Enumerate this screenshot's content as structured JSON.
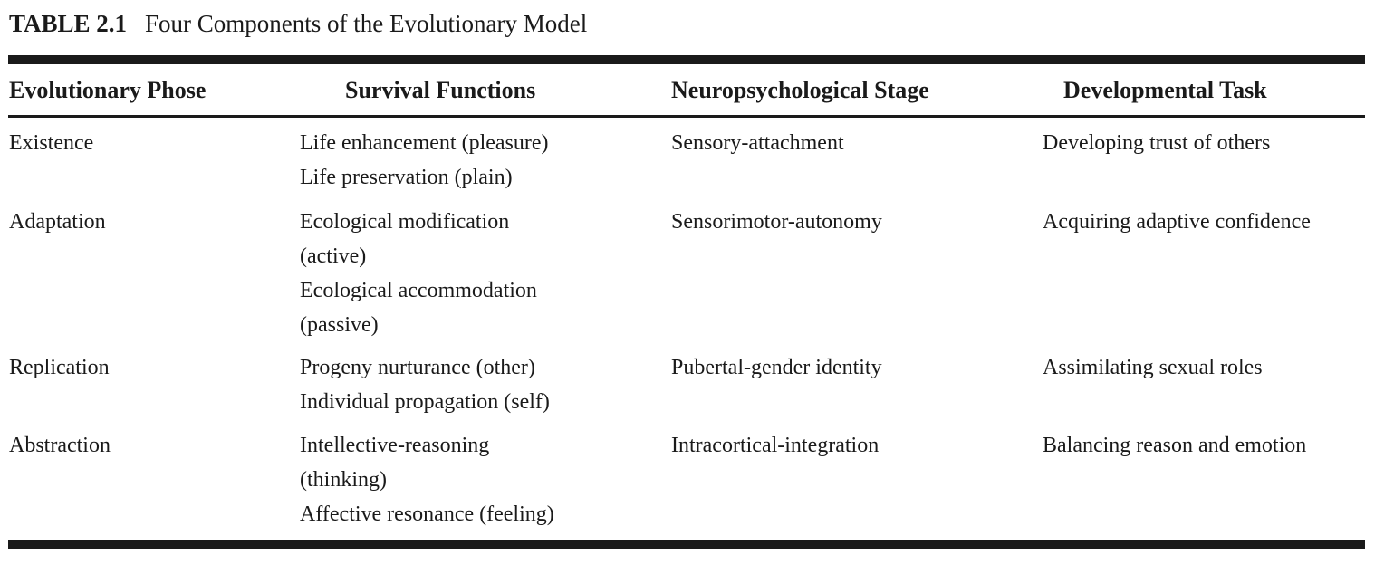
{
  "caption": {
    "label": "TABLE 2.1",
    "title": "Four Components of the Evolutionary Model"
  },
  "columns": [
    "Evolutionary Phose",
    "Survival Functions",
    "Neuropsychological Stage",
    "Developmental Task"
  ],
  "rows": [
    {
      "phase": "Existence",
      "functions": [
        "Life enhancement (pleasure)",
        "Life preservation (plain)"
      ],
      "stage": "Sensory-attachment",
      "task": "Developing trust of others"
    },
    {
      "phase": "Adaptation",
      "functions": [
        "Ecological modification",
        "(active)",
        "Ecological accommodation",
        "(passive)"
      ],
      "stage": "Sensorimotor-autonomy",
      "task": "Acquiring adaptive confidence"
    },
    {
      "phase": "Replication",
      "functions": [
        "Progeny nurturance (other)",
        "Individual propagation (self)"
      ],
      "stage": "Pubertal-gender identity",
      "task": "Assimilating sexual roles"
    },
    {
      "phase": "Abstraction",
      "functions": [
        "Intellective-reasoning",
        "(thinking)",
        "Affective resonance (feeling)"
      ],
      "stage": "Intracortical-integration",
      "task": "Balancing reason and emotion"
    }
  ]
}
